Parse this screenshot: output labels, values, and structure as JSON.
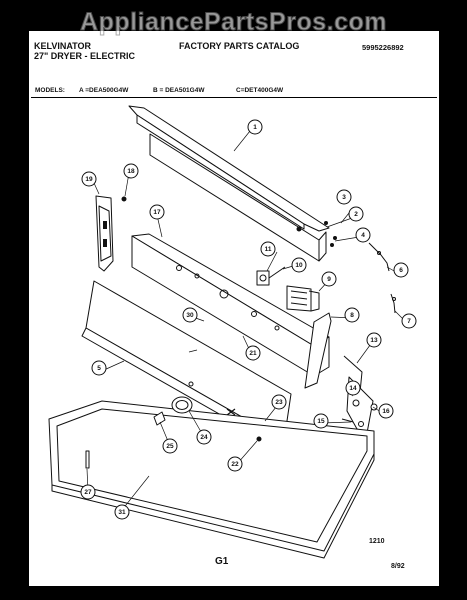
{
  "watermark": "AppliancePartsPros.com",
  "header": {
    "brand": "KELVINATOR",
    "product": "27\" DRYER - ELECTRIC",
    "catalog": "FACTORY PARTS CATALOG",
    "catalog_number": "5995226892"
  },
  "models": {
    "label": "MODELS:",
    "a": "A =DEA500G4W",
    "b": "B = DEA501G4W",
    "c": "C=DET400G4W"
  },
  "callouts": [
    "1",
    "2",
    "3",
    "4",
    "5",
    "6",
    "7",
    "8",
    "9",
    "10",
    "11",
    "13",
    "14",
    "15",
    "16",
    "17",
    "18",
    "19",
    "21",
    "22",
    "23",
    "24",
    "25",
    "27",
    "30",
    "31"
  ],
  "footer": {
    "page_code": "G1",
    "drawing_number": "1210",
    "date": "8/92"
  }
}
